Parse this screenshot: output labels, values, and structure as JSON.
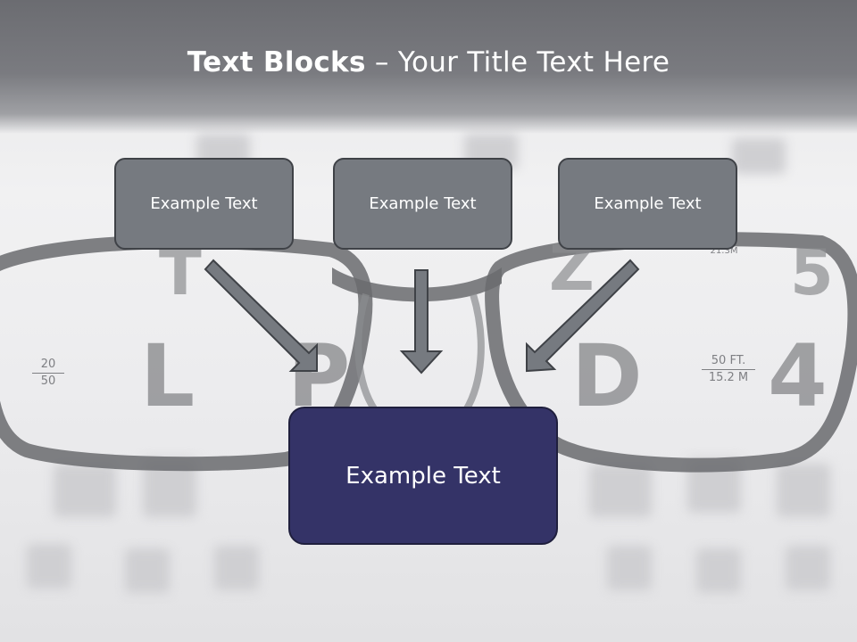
{
  "title": {
    "bold": "Text Blocks",
    "dash": " – ",
    "rest": "Your Title Text Here"
  },
  "blocks": {
    "left": "Example Text",
    "center": "Example Text",
    "right": "Example Text",
    "main": "Example Text"
  },
  "background_chart": {
    "left_ratio_top": "20",
    "left_ratio_bottom": "50",
    "right_dist_top": "50 FT.",
    "right_dist_bottom": "15.2 M",
    "corner_label": "21.3M"
  },
  "colors": {
    "small_box": "#767a80",
    "main_box": "#343367",
    "arrow": "#767a80",
    "title_band": "#6b6c71"
  }
}
